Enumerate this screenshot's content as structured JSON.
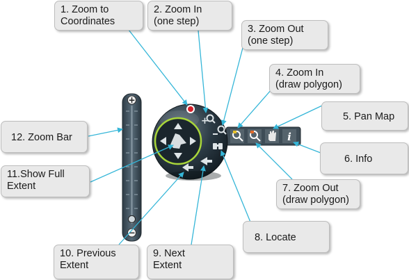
{
  "callouts": {
    "zoom_to_coordinates": "1. Zoom to\nCoordinates",
    "zoom_in_step": "2. Zoom In\n(one step)",
    "zoom_out_step": "3. Zoom Out\n(one step)",
    "zoom_in_polygon": "4. Zoom In\n(draw polygon)",
    "pan_map": "5. Pan Map",
    "info": "6. Info",
    "zoom_out_polygon": "7. Zoom Out\n(draw polygon)",
    "locate": "8. Locate",
    "next_extent": "9. Next\nExtent",
    "previous_extent": "10. Previous\nExtent",
    "show_full_extent": "11.Show Full\nExtent",
    "zoom_bar": "12. Zoom Bar"
  },
  "colors": {
    "leader_line": "#35b6d8",
    "navigator_ring": "#a9d63a",
    "callout_fill": "#e9e9e9",
    "bar_fill": "#4a5d6b"
  },
  "zoom_bar": {
    "plus_glyph": "+",
    "minus_glyph": "−",
    "level": 0.05
  }
}
